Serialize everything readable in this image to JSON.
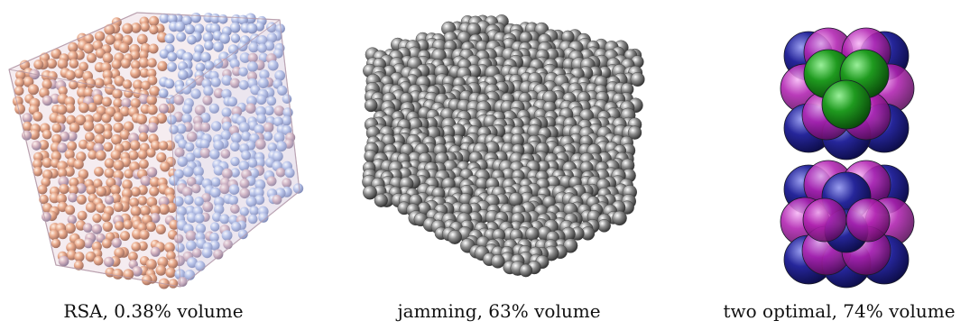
{
  "panels": [
    {
      "caption": "RSA, 0.38% volume"
    },
    {
      "caption": "jamming, 63% volume"
    },
    {
      "caption": "two optimal, 74% volume"
    }
  ],
  "colors": {
    "rsa_sphere_warm": "#e8a88a",
    "rsa_sphere_cool": "#b8c4ea",
    "rsa_box": "#c9b7c4",
    "jam_sphere": "#8a8a8a",
    "lattice_blue": "#26269a",
    "lattice_magenta": "#b021b0",
    "lattice_green": "#1f9a1f"
  }
}
